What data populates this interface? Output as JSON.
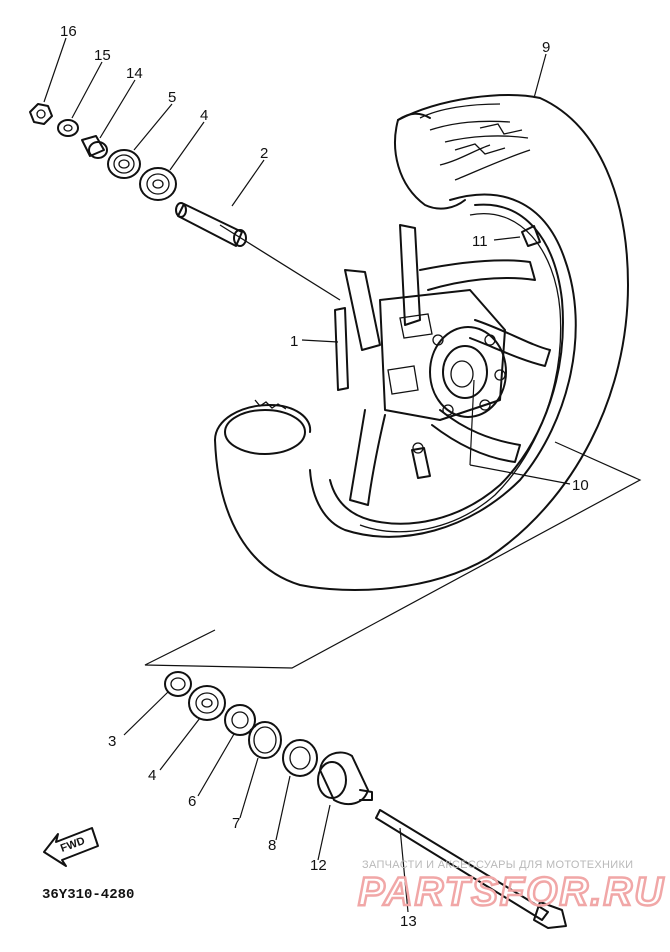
{
  "diagram": {
    "code": "36Y310-4280",
    "fwd_label": "FWD",
    "parts": [
      {
        "number": "16"
      },
      {
        "number": "15"
      },
      {
        "number": "14"
      },
      {
        "number": "5"
      },
      {
        "number": "4"
      },
      {
        "number": "2"
      },
      {
        "number": "9"
      },
      {
        "number": "11"
      },
      {
        "number": "1"
      },
      {
        "number": "10"
      },
      {
        "number": "3"
      },
      {
        "number": "4"
      },
      {
        "number": "6"
      },
      {
        "number": "7"
      },
      {
        "number": "8"
      },
      {
        "number": "12"
      },
      {
        "number": "13"
      }
    ]
  },
  "watermark": {
    "caption": "ЗАПЧАСТИ И АКСЕССУАРЫ ДЛЯ МОТОТЕХНИКИ",
    "brand": "PARTSFOR.RU"
  }
}
